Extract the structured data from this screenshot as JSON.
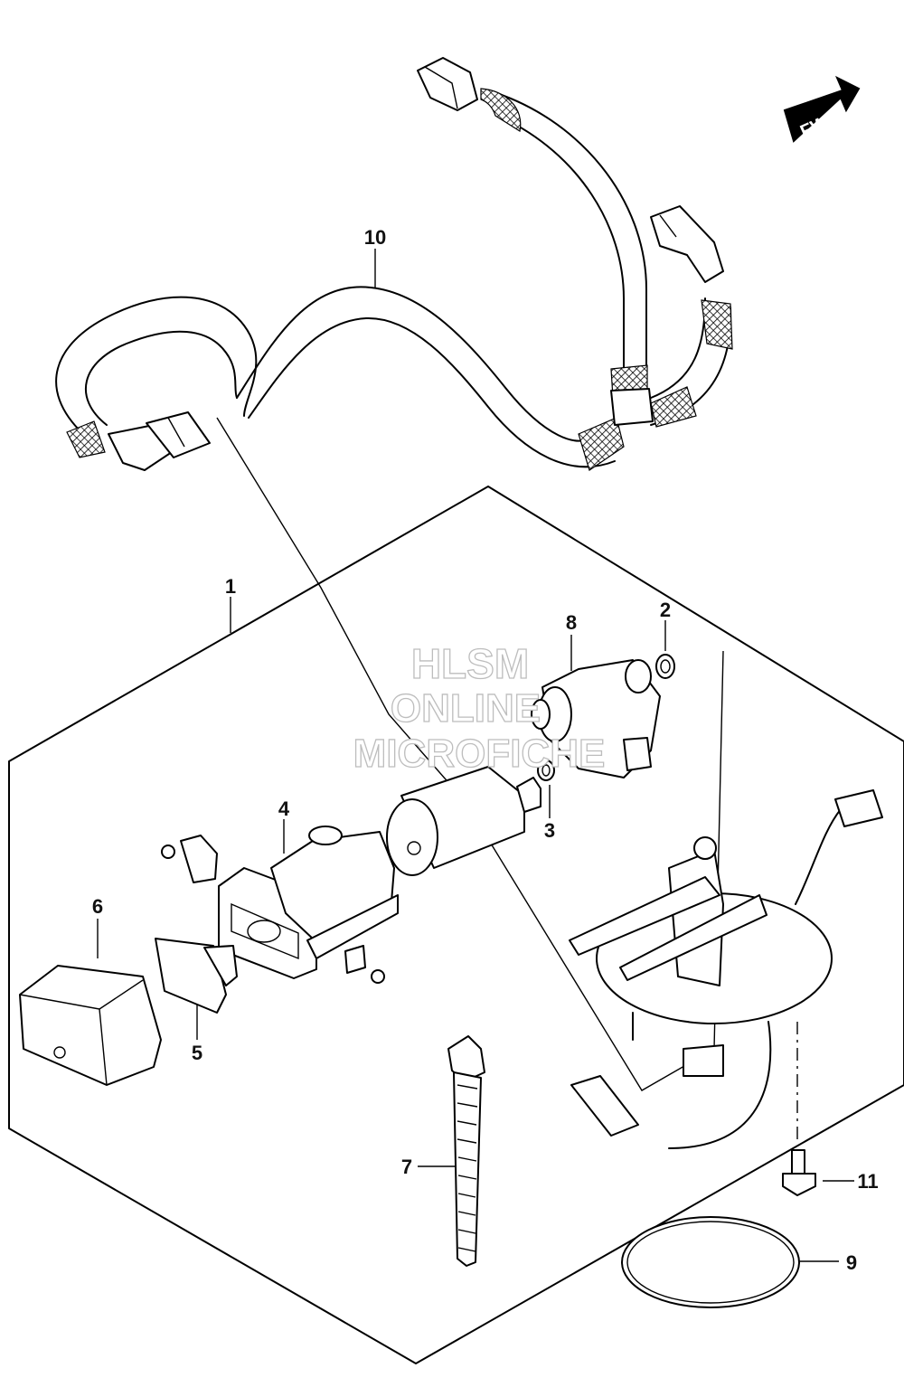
{
  "orientation": {
    "label": "FWD"
  },
  "watermark": {
    "line1": "HLSM",
    "line2": "ONLINE",
    "line3": "MICROFICHE"
  },
  "callouts": [
    {
      "id": "1",
      "label": "1"
    },
    {
      "id": "2",
      "label": "2"
    },
    {
      "id": "3",
      "label": "3"
    },
    {
      "id": "4",
      "label": "4"
    },
    {
      "id": "5",
      "label": "5"
    },
    {
      "id": "6",
      "label": "6"
    },
    {
      "id": "7",
      "label": "7"
    },
    {
      "id": "8",
      "label": "8"
    },
    {
      "id": "9",
      "label": "9"
    },
    {
      "id": "10",
      "label": "10"
    },
    {
      "id": "11",
      "label": "11"
    }
  ]
}
